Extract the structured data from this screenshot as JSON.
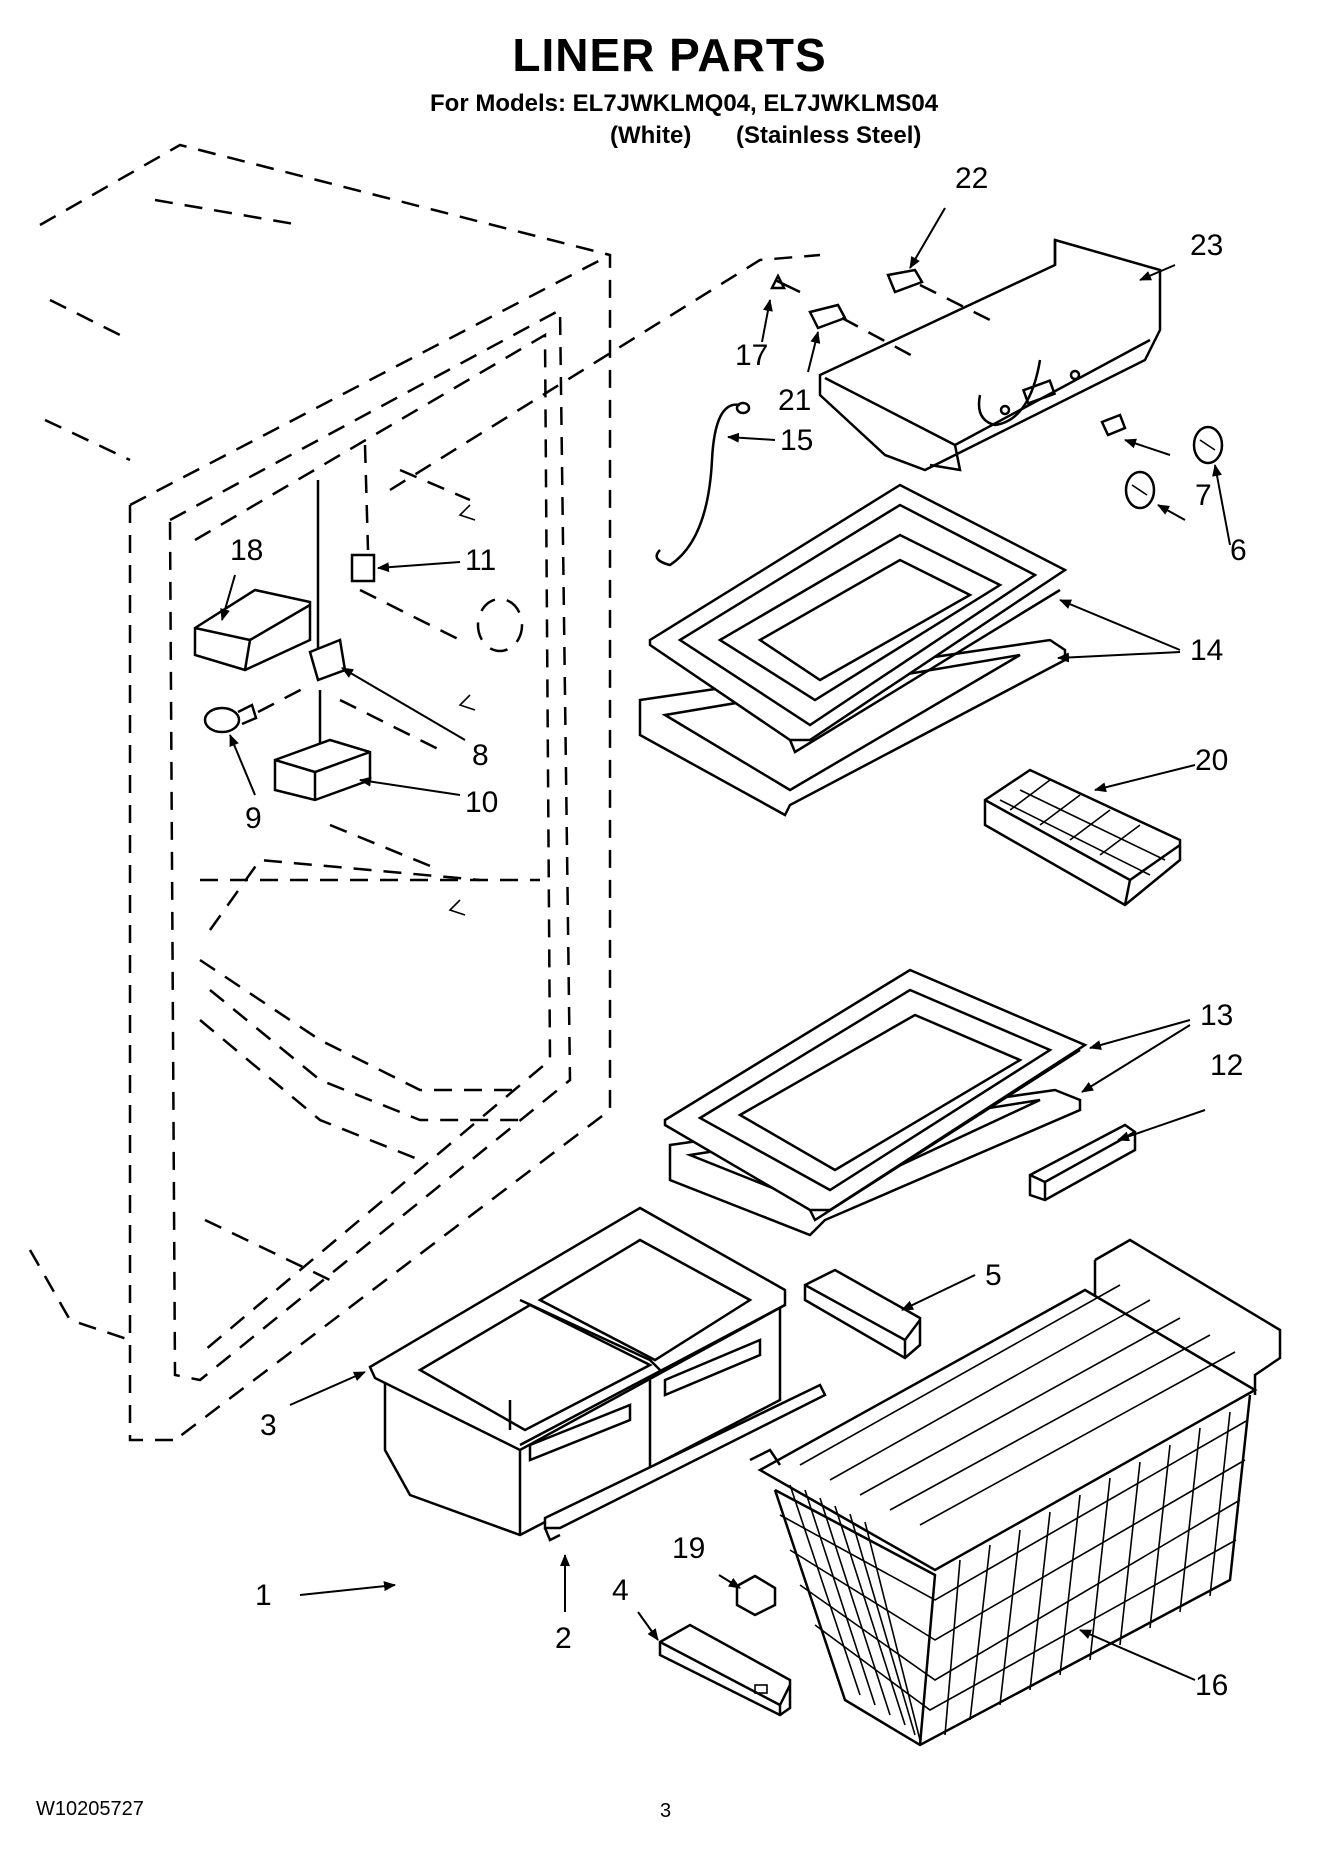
{
  "header": {
    "title": "LINER PARTS",
    "models_line": "For Models: EL7JWKLMQ04, EL7JWKLMS04",
    "variant_white": "(White)",
    "variant_stainless": "(Stainless Steel)"
  },
  "footer": {
    "doc_number": "W10205727",
    "page_number": "3"
  },
  "callouts": {
    "c1": "1",
    "c2": "2",
    "c3": "3",
    "c4": "4",
    "c5": "5",
    "c6": "6",
    "c7": "7",
    "c8": "8",
    "c9": "9",
    "c10": "10",
    "c11": "11",
    "c12": "12",
    "c13": "13",
    "c14": "14",
    "c15": "15",
    "c16": "16",
    "c17": "17",
    "c18": "18",
    "c19": "19",
    "c20": "20",
    "c21": "21",
    "c22": "22",
    "c23": "23"
  }
}
